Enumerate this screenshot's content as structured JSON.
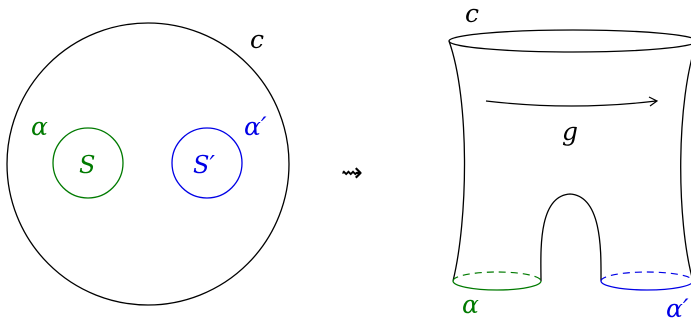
{
  "labels": {
    "left_circle": "c",
    "inner_left_curve": "α",
    "inner_left_region": "S",
    "inner_right_curve": "α′",
    "inner_right_region": "S′",
    "arrow": "⇝",
    "right_top_boundary": "c",
    "monodromy": "g",
    "right_bottom_left": "α",
    "right_bottom_right": "α′"
  },
  "colors": {
    "ink": "#000000",
    "green": "#007a00",
    "blue": "#0000e6"
  }
}
